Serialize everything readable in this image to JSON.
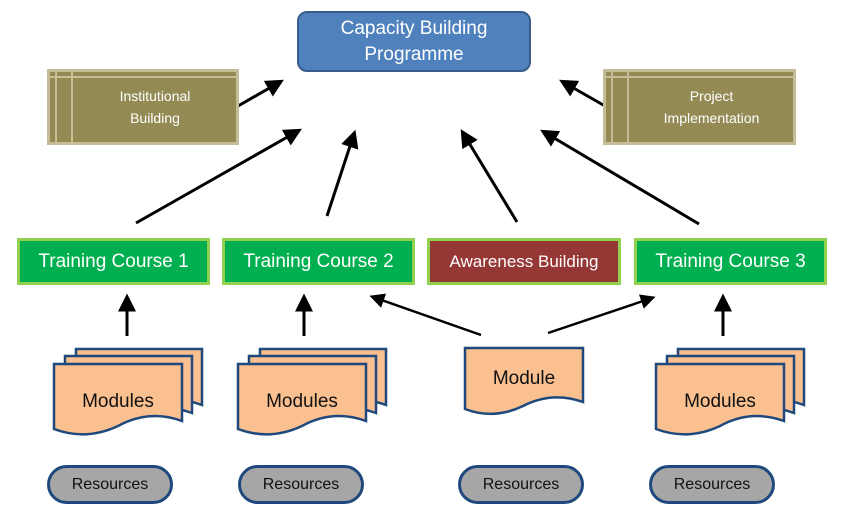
{
  "programme": {
    "label": "Capacity Building\nProgramme"
  },
  "side_boxes": {
    "institutional": "Institutional\nBuilding",
    "project": "Project\nImplementation"
  },
  "training_row": {
    "course1": "Training Course 1",
    "course2": "Training Course 2",
    "awareness": "Awareness Building",
    "course3": "Training Course 3"
  },
  "modules": {
    "m1": "Modules",
    "m2": "Modules",
    "m3": "Module",
    "m4": "Modules"
  },
  "resources": {
    "r1": "Resources",
    "r2": "Resources",
    "r3": "Resources",
    "r4": "Resources"
  },
  "colors": {
    "programme_fill": "#4f81bd",
    "olive_fill": "#948a54",
    "training_fill": "#00b050",
    "training_border": "#92d050",
    "awareness_fill": "#953735",
    "module_fill": "#fac090",
    "module_border": "#1f497d",
    "resource_fill": "#a6a6a6"
  }
}
